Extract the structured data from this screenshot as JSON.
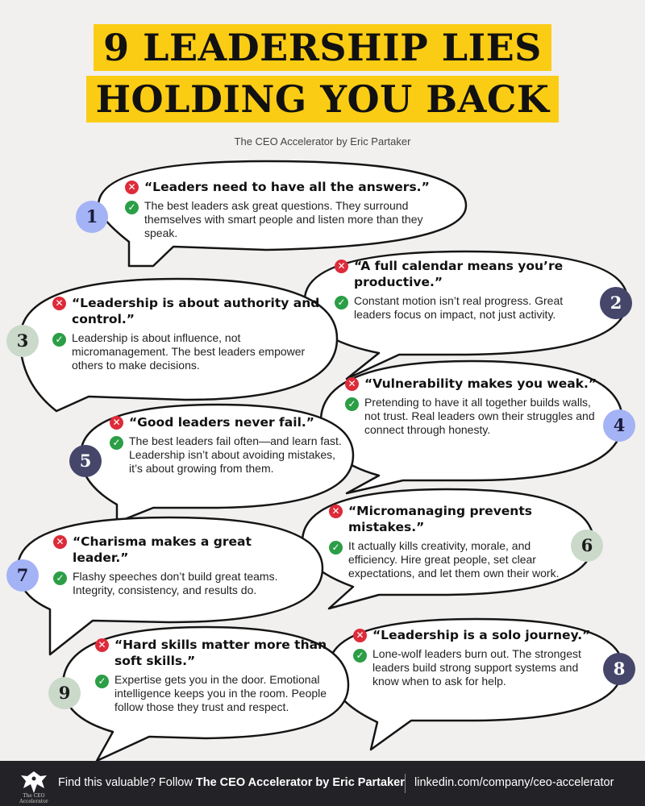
{
  "title": {
    "line1": "9 LEADERSHIP LIES",
    "line2": "HOLDING YOU BACK"
  },
  "subtitle": "The CEO Accelerator by Eric Partaker",
  "icons": {
    "lie": "red-x-circle-icon",
    "truth": "green-check-circle-icon"
  },
  "colors": {
    "accent_yellow": "#fbcc14",
    "lie_red": "#dd2b3a",
    "truth_green": "#2b9e46",
    "badge_blue": "#a3b3f5",
    "badge_green": "#cad9ca",
    "badge_navy": "#45466a",
    "footer_bg": "#232327"
  },
  "lies": [
    {
      "number": "1",
      "lie": "“Leaders need to have all the answers.”",
      "truth": "The best leaders ask great questions. They surround themselves with smart people and listen more than they speak."
    },
    {
      "number": "2",
      "lie": "“A full calendar means you’re productive.”",
      "truth": "Constant motion isn’t real progress. Great leaders focus on impact, not just activity."
    },
    {
      "number": "3",
      "lie": "“Leadership is about authority and control.”",
      "truth": "Leadership is about influence, not micromanagement. The best leaders empower others to make decisions."
    },
    {
      "number": "4",
      "lie": "“Vulnerability makes you weak.”",
      "truth": "Pretending to have it all together builds walls, not trust. Real leaders own their struggles and connect through honesty."
    },
    {
      "number": "5",
      "lie": "“Good leaders never fail.”",
      "truth": "The best leaders fail often—and learn fast. Leadership isn’t about avoiding mistakes, it’s about growing from them."
    },
    {
      "number": "6",
      "lie": "“Micromanaging prevents mistakes.”",
      "truth": "It actually kills creativity, morale, and efficiency. Hire great people, set clear expectations, and let them own their work."
    },
    {
      "number": "7",
      "lie": "“Charisma makes a great leader.”",
      "truth": "Flashy speeches don’t build great teams. Integrity, consistency, and results do."
    },
    {
      "number": "8",
      "lie": "“Leadership is a solo journey.”",
      "truth": "Lone-wolf leaders burn out. The strongest leaders build strong support systems and know when to ask for help."
    },
    {
      "number": "9",
      "lie": "“Hard skills matter more than soft skills.”",
      "truth": "Expertise gets you in the door. Emotional intelligence keeps you in the room. People follow those they trust and respect."
    }
  ],
  "footer": {
    "logo_text": "The CEO Accelerator",
    "cta_prefix": "Find this valuable? Follow ",
    "cta_brand": "The CEO Accelerator by Eric Partaker",
    "link": "linkedin.com/company/ceo-accelerator"
  }
}
